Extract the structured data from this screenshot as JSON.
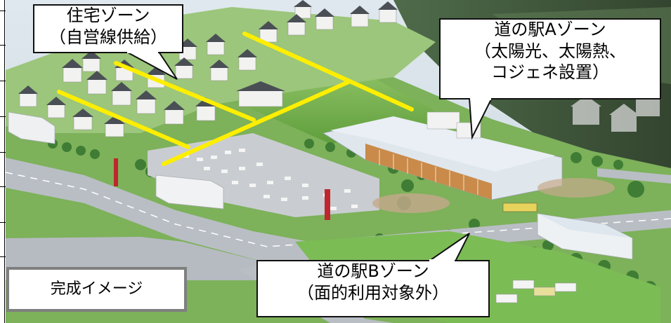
{
  "callouts": {
    "residential": {
      "line1": "住宅ゾーン",
      "line2": "（自営線供給）"
    },
    "station_a": {
      "line1": "道の駅Aゾーン",
      "line2": "（太陽光、太陽熱、",
      "line3": "コジェネ設置）"
    },
    "station_b": {
      "line1": "道の駅Bゾーン",
      "line2": "（面的利用対象外）"
    },
    "completion": {
      "label": "完成イメージ"
    }
  },
  "colors": {
    "power_line": "#ffee00",
    "grass": "#6fae4a",
    "road": "#b9bec4",
    "roof": "#e4ebf2",
    "callout_border": "#111111",
    "completion_border": "#7f7f7f"
  },
  "icons": {
    "signboard": "red-signboard-icon"
  }
}
